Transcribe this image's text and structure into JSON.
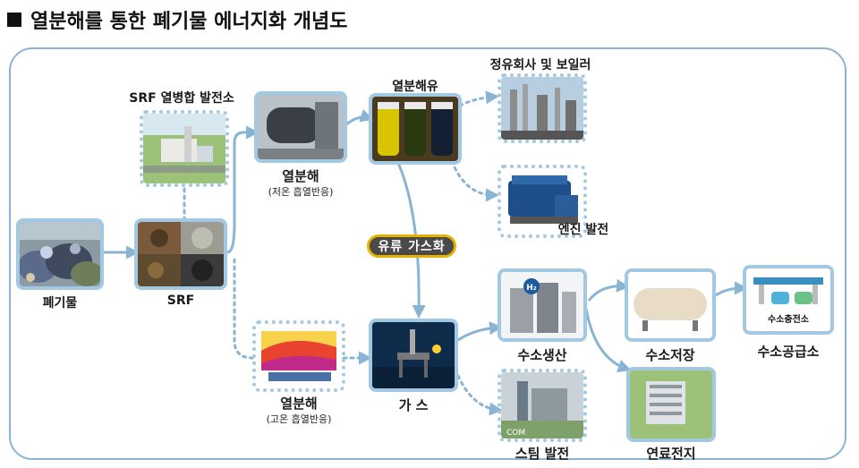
{
  "title": "열분해를 통한 폐기물 에너지화 개념도",
  "labels": {
    "waste": "폐기물",
    "srf": "SRF",
    "srf_plant": "SRF 열병합 발전소",
    "pyro_low": "열분해",
    "pyro_low_sub": "(저온 흡열반응)",
    "pyro_high": "열분해",
    "pyro_high_sub": "(고온 흡열반응)",
    "pyro_oil": "열분해유",
    "refinery": "정유회사 및 보일러",
    "engine": "엔진 발전",
    "gasify": "유류 가스화",
    "gas": "가 스",
    "h2_prod": "수소생산",
    "h2_store": "수소저장",
    "h2_supply": "수소공급소",
    "station_sign": "수소충전소",
    "steam": "스팀 발전",
    "fuel_cell": "연료전지",
    "h2_badge": "H₂",
    "com_mark": "COM"
  },
  "colors": {
    "frame": "#8ab4d3",
    "node_border": "#a3c8e1",
    "arrow": "#8ab4d3",
    "pill_bg": "#4a4a4a",
    "pill_border": "#e6b400"
  }
}
